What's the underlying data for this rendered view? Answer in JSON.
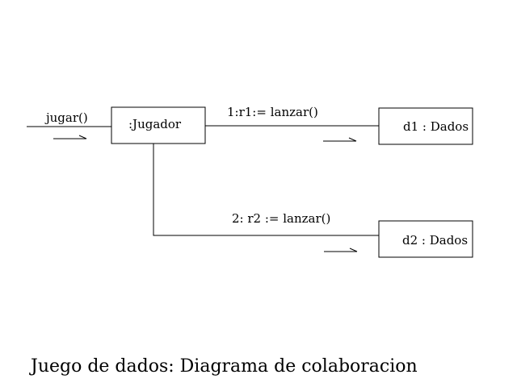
{
  "diagram": {
    "title": "Juego de dados: Diagrama de colaboracion",
    "objects": {
      "jugador": ":Jugador",
      "d1": "d1 : Dados",
      "d2": "d2 : Dados"
    },
    "messages": {
      "jugar": "jugar()",
      "m1": "1:r1:= lanzar()",
      "m2": "2: r2 := lanzar()"
    }
  }
}
